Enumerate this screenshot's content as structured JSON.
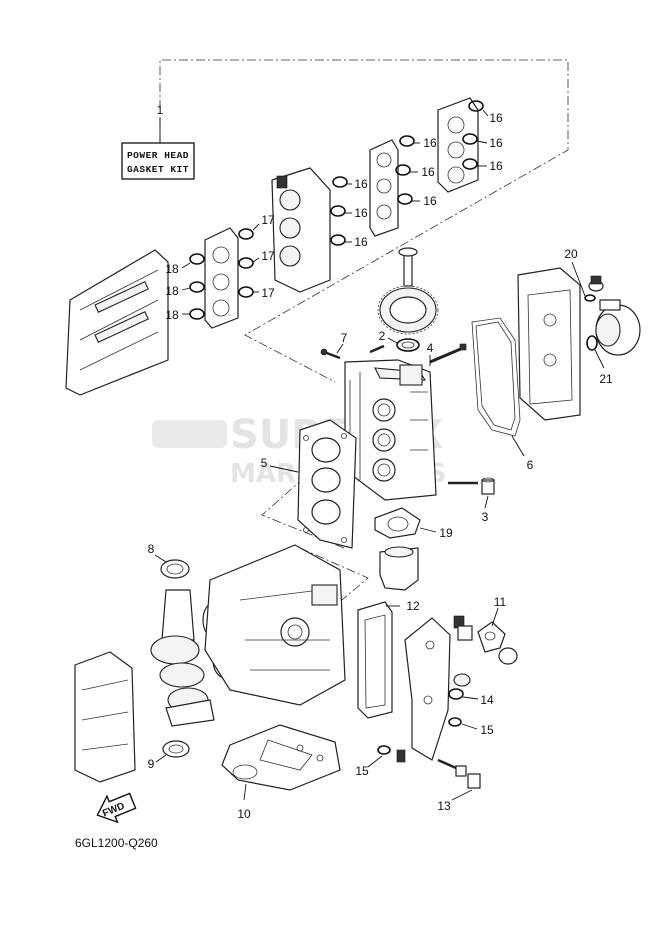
{
  "kit_label": {
    "line1": "POWER HEAD",
    "line2": "GASKET KIT"
  },
  "diagram_code": "6GL1200-Q260",
  "fwd_label": "FWD",
  "watermark": {
    "line1": "SURFBOX",
    "line2": "MARINE PARTS"
  },
  "callouts": {
    "c1": "1",
    "c2": "2",
    "c3": "3",
    "c4": "4",
    "c5": "5",
    "c6": "6",
    "c7": "7",
    "c8": "8",
    "c9": "9",
    "c10": "10",
    "c11": "11",
    "c12": "12",
    "c13": "13",
    "c14": "14",
    "c15a": "15",
    "c15b": "15",
    "c16a": "16",
    "c16b": "16",
    "c16c": "16",
    "c16d": "16",
    "c16e": "16",
    "c16f": "16",
    "c16g": "16",
    "c16h": "16",
    "c16i": "16",
    "c17a": "17",
    "c17b": "17",
    "c17c": "17",
    "c18a": "18",
    "c18b": "18",
    "c18c": "18",
    "c19": "19",
    "c20": "20",
    "c21": "21"
  }
}
